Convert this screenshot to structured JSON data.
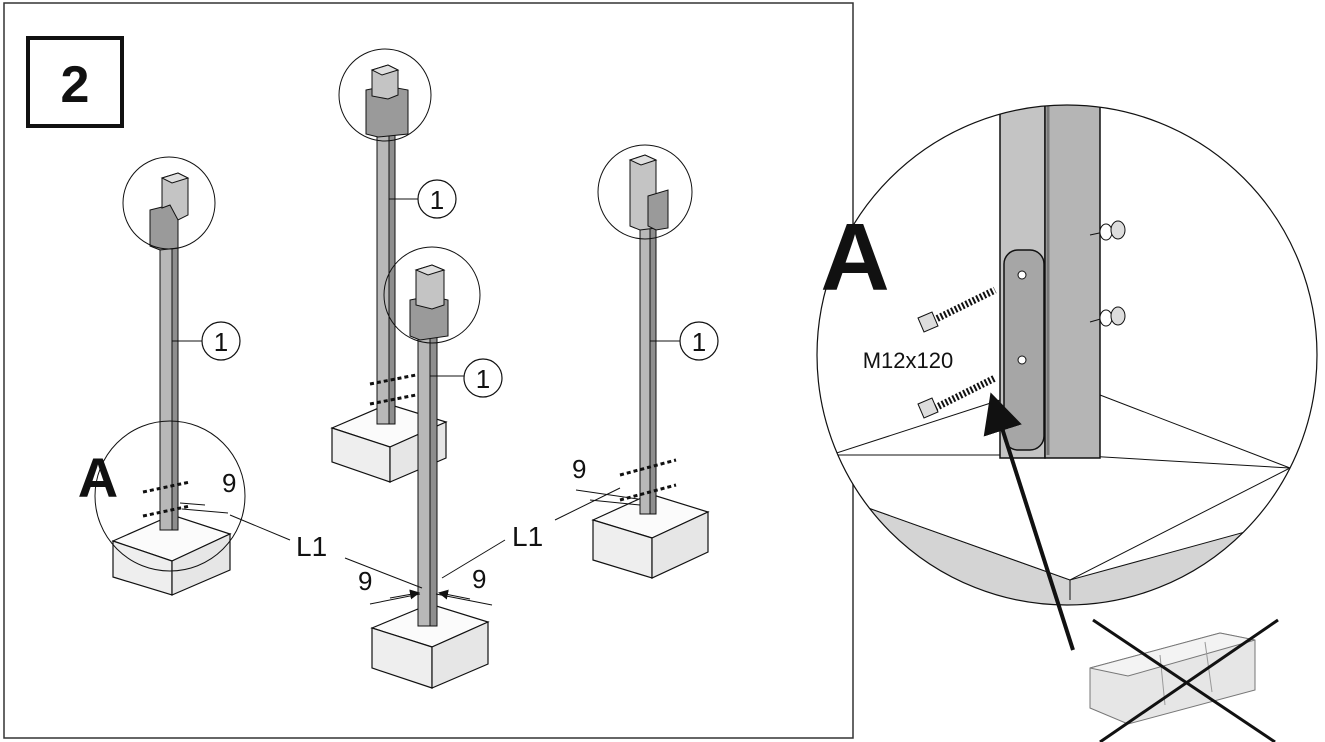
{
  "step_number": "2",
  "part_label": "1",
  "detail_letter": "A",
  "spacing_dim": "9",
  "length_label": "L1",
  "bolt_spec": "M12x120",
  "colors": {
    "post_light": "#c4c4c4",
    "post_dark": "#8a8a8a",
    "post_mid": "#a9a9a9",
    "concrete": "#f1f1f1",
    "line": "#111111"
  }
}
